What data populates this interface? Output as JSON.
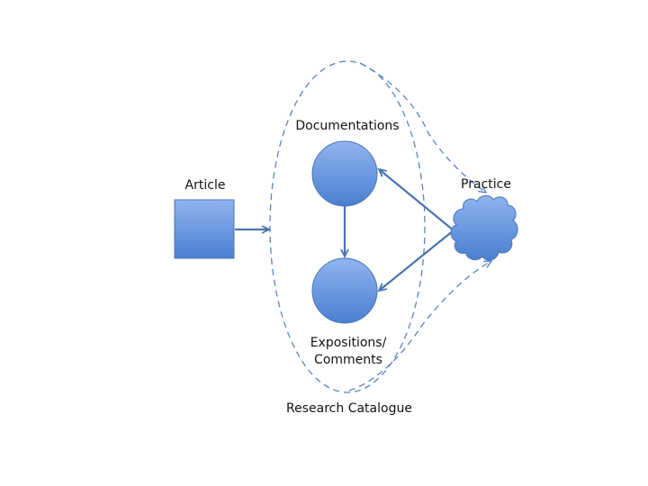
{
  "diagram": {
    "colors": {
      "node_fill_top": "#8fb4f0",
      "node_fill_bottom": "#4a7fd0",
      "node_stroke": "#4a74b0",
      "edge": "#4a74b0",
      "dashed": "#5a84c0",
      "text": "#111111"
    },
    "nodes": {
      "article": {
        "label": "Article",
        "shape": "square"
      },
      "documentations": {
        "label": "Documentations",
        "shape": "circle"
      },
      "expositions": {
        "label_line1": "Expositions/",
        "label_line2": "Comments",
        "shape": "circle"
      },
      "practice": {
        "label": "Practice",
        "shape": "cloud"
      },
      "research_catalogue": {
        "label": "Research Catalogue",
        "shape": "dashed-ellipse"
      }
    },
    "edges": [
      {
        "from": "Article",
        "to": "Research Catalogue",
        "style": "solid-arrow"
      },
      {
        "from": "Documentations",
        "to": "Expositions/Comments",
        "style": "solid-arrow"
      },
      {
        "from": "Practice",
        "to": "Documentations",
        "style": "solid-arrow"
      },
      {
        "from": "Practice",
        "to": "Expositions/Comments",
        "style": "solid-arrow"
      },
      {
        "from": "Research Catalogue",
        "to": "Practice",
        "style": "dashed-arrow",
        "position": "top"
      },
      {
        "from": "Research Catalogue",
        "to": "Practice",
        "style": "dashed-arrow",
        "position": "bottom"
      }
    ]
  }
}
